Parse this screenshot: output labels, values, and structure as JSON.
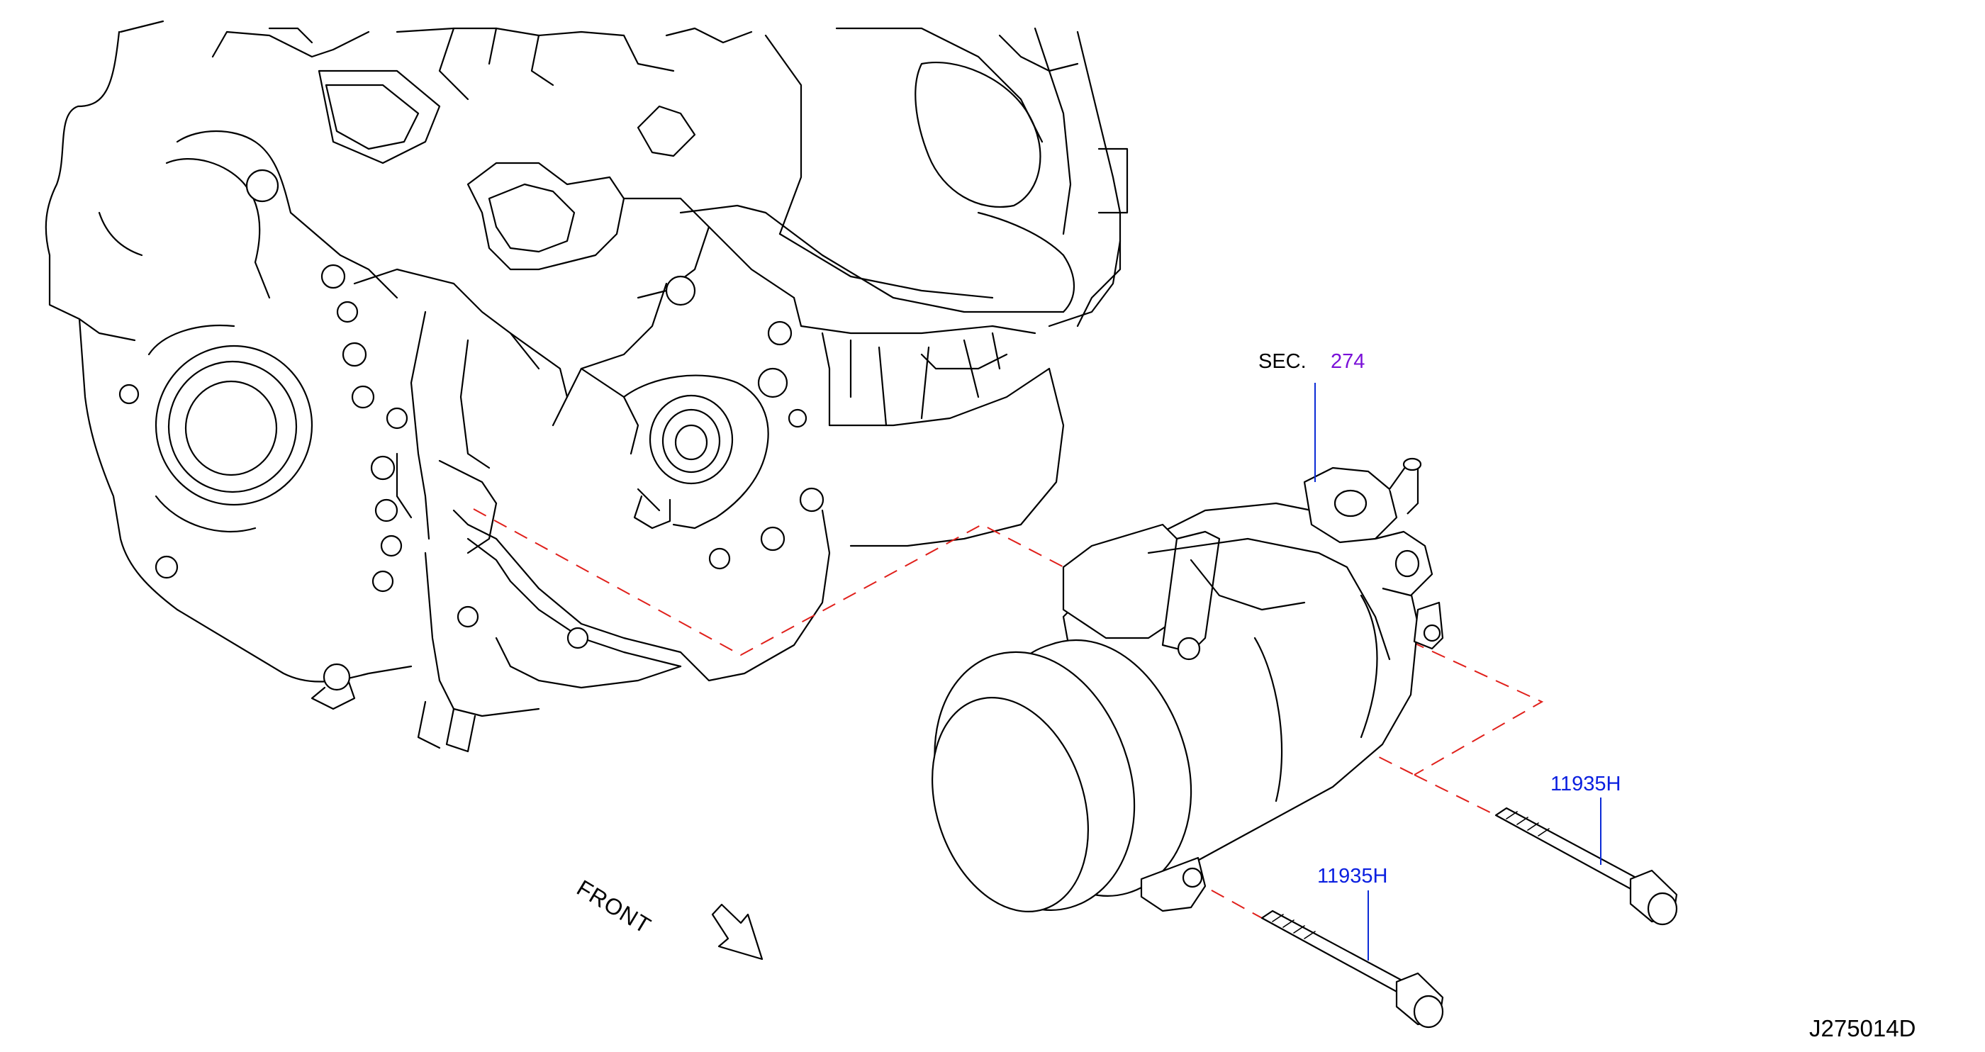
{
  "labels": {
    "sec_prefix": "SEC.",
    "sec_number": "274",
    "part_upper": "11935H",
    "part_lower": "11935H",
    "front": "FRONT",
    "diagram_id": "J275014D"
  },
  "colors": {
    "part_number": "#0a1fe0",
    "section_ref": "#7a10d8",
    "leader": "#0b2bd6",
    "dashed_guide": "#e0201b",
    "line_art": "#000000"
  },
  "icons": {
    "front_arrow": "outlined-arrow-down-right"
  }
}
